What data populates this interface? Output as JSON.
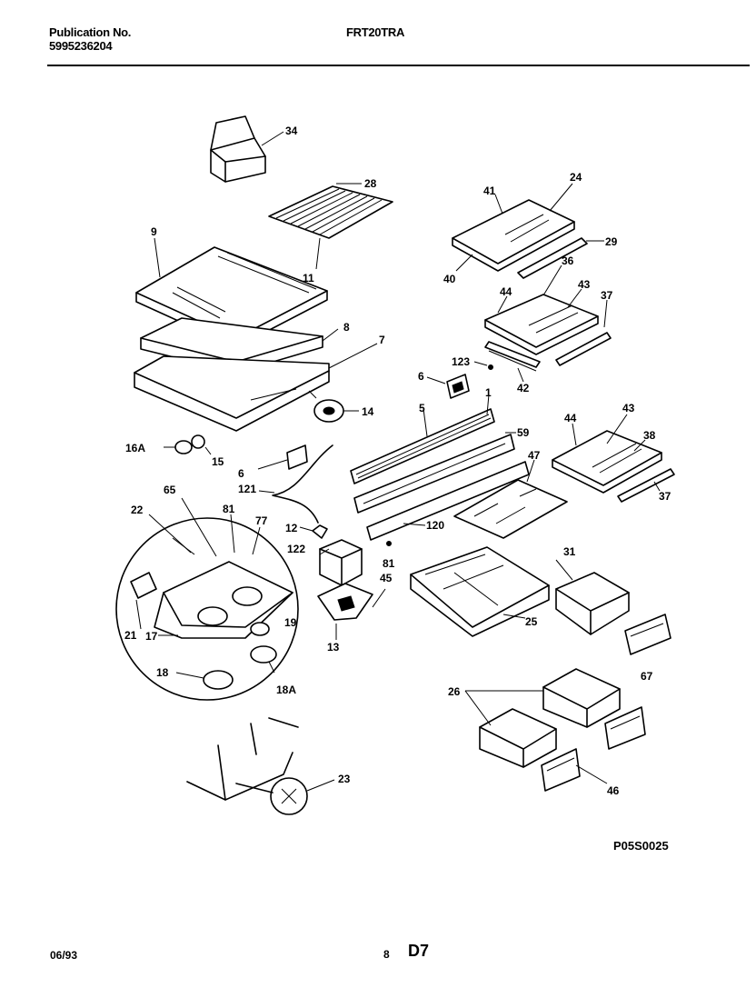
{
  "header": {
    "publication_label": "Publication No.",
    "publication_number": "5995236204",
    "model": "FRT20TRA"
  },
  "diagram": {
    "drawing_code": "P05S0025",
    "callouts": [
      "34",
      "28",
      "9",
      "11",
      "41",
      "24",
      "29",
      "40",
      "36",
      "43",
      "37",
      "44",
      "8",
      "7",
      "123",
      "42",
      "6",
      "14",
      "1",
      "5",
      "59",
      "43",
      "44",
      "38",
      "16A",
      "15",
      "6",
      "47",
      "121",
      "37",
      "65",
      "22",
      "81",
      "77",
      "12",
      "120",
      "122",
      "81",
      "45",
      "31",
      "25",
      "21",
      "17",
      "19",
      "13",
      "67",
      "18",
      "18A",
      "26",
      "46",
      "23"
    ]
  },
  "footer": {
    "date": "06/93",
    "page": "8",
    "section": "D7"
  }
}
